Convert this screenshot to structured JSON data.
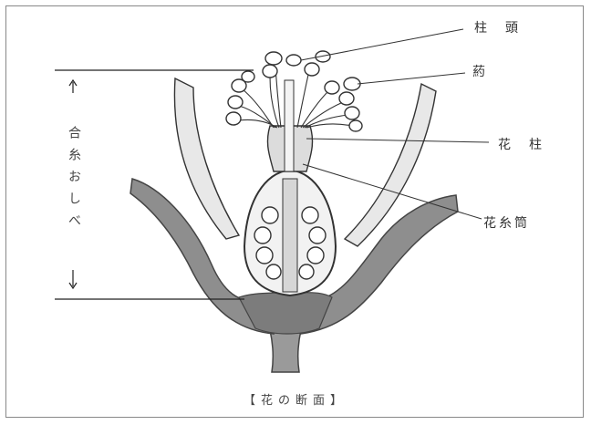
{
  "labels": {
    "stigma": "柱　頭",
    "anther": "葯",
    "style": "花　柱",
    "filament_tube": "花糸筒",
    "monadelphous": "合糸おしべ"
  },
  "caption": "【花の断面】",
  "colors": {
    "tissue": "#9a9a9a",
    "tissue_dark": "#6e6e6e",
    "pale": "#e4e4e4",
    "line": "#333333"
  }
}
